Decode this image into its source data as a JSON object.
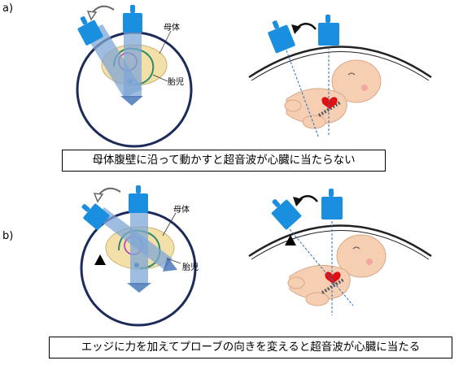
{
  "panels": {
    "a_label": "a)",
    "b_label": "b)"
  },
  "labels": {
    "maternal_a": "母体",
    "fetus_a": "胎児",
    "maternal_b": "母体",
    "fetus_b": "胎児"
  },
  "captions": {
    "a": "母体腹壁に沿って動かすと超音波が心臓に当たらない",
    "b": "エッジに力を加えてプローブの向きを変えると超音波が心臓に当たる"
  },
  "colors": {
    "probe": "#1a8fe0",
    "beam": "#7fa7d6",
    "uterus": "#f3dfa8",
    "circle": "#1c2b5a",
    "heart": "#e01010",
    "skin": "#f6cfb2"
  }
}
